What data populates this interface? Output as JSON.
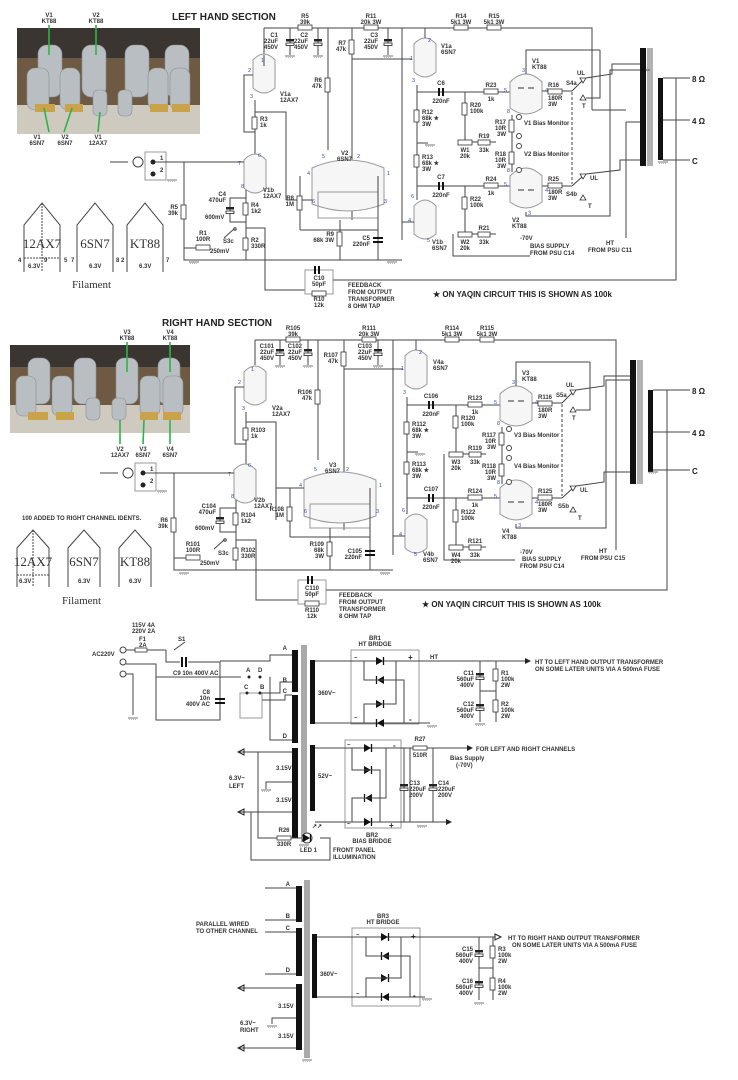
{
  "left_section": {
    "title": "LEFT HAND SECTION",
    "photo_labels_top": [
      {
        "id": "V1",
        "type": "KT88"
      },
      {
        "id": "V2",
        "type": "KT88"
      }
    ],
    "photo_labels_bottom": [
      {
        "id": "V1",
        "type": "6SN7"
      },
      {
        "id": "V2",
        "type": "6SN7"
      },
      {
        "id": "V1",
        "type": "12AX7"
      }
    ],
    "tubes": [
      {
        "id": "V1a",
        "type": "12AX7"
      },
      {
        "id": "V1b",
        "type": "12AX7"
      },
      {
        "id": "V2",
        "type": "6SN7"
      },
      {
        "id": "V1a",
        "type": "6SN7"
      },
      {
        "id": "V1b",
        "type": "6SN7"
      },
      {
        "id": "V1",
        "type": "KT88"
      },
      {
        "id": "V2",
        "type": "KT88"
      }
    ],
    "components": {
      "R5": "39k",
      "R5b": "39k",
      "C1": "22uF 450V",
      "C2": "22uF 450V",
      "R7": "47k",
      "R6": "47k",
      "R11": "20k 3W",
      "C3": "22uF 450V",
      "R14": "5k1 3W",
      "R15": "5k1 3W",
      "R3": "1k",
      "C4": "470uF",
      "R4": "1k2",
      "R8": "1M",
      "R9": "68k 3W",
      "C5": "220nF",
      "R1": "100R",
      "R2": "330R",
      "C10": "50pF",
      "R10": "12k",
      "C6": "220nF",
      "C7": "220nF",
      "R12": "68k 3W",
      "R13": "68k 3W",
      "R20": "100k",
      "R22": "100k",
      "R23": "1k",
      "R24": "1k",
      "W1": "20k",
      "W2": "20k",
      "R19": "33k",
      "R21": "33k",
      "R17": "10R 3W",
      "R18": "10R 3W",
      "R16": "180R 3W",
      "R25": "180R 3W"
    },
    "switch_labels": {
      "s3c": "S3c",
      "v600": "600mV",
      "v250": "250mV",
      "s4a": "S4a",
      "s4b": "S4b",
      "ul": "UL",
      "t": "T"
    },
    "monitors": [
      "V1 Bias Monitor",
      "V2 Bias Monitor"
    ],
    "bias_supply": [
      "-70V",
      "BIAS SUPPLY",
      "FROM PSU C14"
    ],
    "ht": [
      "HT",
      "FROM PSU C11"
    ],
    "feedback": [
      "FEEDBACK",
      "FROM OUTPUT",
      "TRANSFORMER",
      "8 OHM TAP"
    ],
    "outputs": [
      "8 Ω",
      "4 Ω",
      "C"
    ],
    "note": "★ ON YAQIN CIRCUIT THIS IS SHOWN AS 100k"
  },
  "right_section": {
    "title": "RIGHT HAND SECTION",
    "photo_labels_top": [
      {
        "id": "V3",
        "type": "KT88"
      },
      {
        "id": "V4",
        "type": "KT88"
      }
    ],
    "photo_labels_bottom": [
      {
        "id": "V2",
        "type": "12AX7"
      },
      {
        "id": "V3",
        "type": "6SN7"
      },
      {
        "id": "V4",
        "type": "6SN7"
      }
    ],
    "ident_note": "100 ADDED TO RIGHT CHANNEL IDENTS.",
    "tubes": [
      {
        "id": "V2a",
        "type": "12AX7"
      },
      {
        "id": "V2b",
        "type": "12AX7"
      },
      {
        "id": "V3",
        "type": "6SN7"
      },
      {
        "id": "V4a",
        "type": "6SN7"
      },
      {
        "id": "V4b",
        "type": "6SN7"
      },
      {
        "id": "V3",
        "type": "KT88"
      },
      {
        "id": "V4",
        "type": "KT88"
      }
    ],
    "components": {
      "R105": "39k",
      "C101": "22uF 450V",
      "C102": "22uF 450V",
      "R107": "47k",
      "R106": "47k",
      "R111": "20k 3W",
      "C103": "22uF 450V",
      "R114": "5k1 3W",
      "R115": "5k1 3W",
      "R103": "1k",
      "C104": "470uF",
      "R104": "1k2",
      "R108": "1M",
      "R109": "68k 3W",
      "C105": "220nF",
      "R6": "39k",
      "R101": "100R",
      "R102": "330R",
      "C110": "50pF",
      "R110": "12k",
      "C106": "220nF",
      "C107": "220nF",
      "R112": "68k 3W",
      "R113": "68k 3W",
      "R120": "100k",
      "R122": "100k",
      "R123": "1k",
      "R124": "1k",
      "W3": "20k",
      "W4": "20k",
      "R119": "33k",
      "R121": "33k",
      "R117": "10R 3W",
      "R118": "10R 3W",
      "R116": "180R 3W",
      "R125": "180R 3W"
    },
    "switch_labels": {
      "s3c": "S3c",
      "v600": "600mV",
      "v250": "250mV",
      "s5a": "S5a",
      "s5b": "S5b",
      "ul": "UL",
      "t": "T"
    },
    "monitors": [
      "V3 Bias Monitor",
      "V4 Bias Monitor"
    ],
    "bias_supply": [
      "-70V",
      "BIAS SUPPLY",
      "FROM PSU C14"
    ],
    "ht": [
      "HT",
      "FROM PSU C15"
    ],
    "feedback": [
      "FEEDBACK",
      "FROM OUTPUT",
      "TRANSFORMER",
      "8 OHM TAP"
    ],
    "outputs": [
      "8 Ω",
      "4 Ω",
      "C"
    ],
    "note": "★ ON YAQIN CIRCUIT THIS IS SHOWN AS 100k"
  },
  "filament": {
    "label": "Filament",
    "tubes": [
      {
        "name": "12AX7",
        "pins": [
          "4",
          "9",
          "5"
        ],
        "voltage": "6.3V"
      },
      {
        "name": "6SN7",
        "pins": [
          "7",
          "8"
        ],
        "voltage": "6.3V"
      },
      {
        "name": "KT88",
        "pins": [
          "2",
          "7"
        ],
        "voltage": "6.3V"
      }
    ]
  },
  "psu": {
    "mains": "AC220V",
    "fuse": {
      "id": "F1",
      "value": "2A",
      "ratings": [
        "115V 4A",
        "220V 2A"
      ]
    },
    "switch": "S1",
    "c9": "C9 10n 400V AC",
    "c8": [
      "C8",
      "10n",
      "400V AC"
    ],
    "taps": [
      "A",
      "B",
      "C",
      "D"
    ],
    "ht_bridge_1": {
      "id": "BR1",
      "label": "HT BRIDGE",
      "secondary": "360V~",
      "out_label": "HT"
    },
    "c11": [
      "C11",
      "560uF",
      "400V"
    ],
    "c12": [
      "C12",
      "560uF",
      "400V"
    ],
    "r1": [
      "R1",
      "100k",
      "2W"
    ],
    "r2": [
      "R2",
      "100k",
      "2W"
    ],
    "ht_left_note": [
      "HT TO LEFT HAND OUTPUT TRANSFORMER",
      "ON SOME LATER UNITS VIA A 500mA FUSE"
    ],
    "bias_bridge": {
      "id": "BR2",
      "label": "BIAS BRIDGE",
      "secondary": "52V~"
    },
    "r27": [
      "R27",
      "510R"
    ],
    "bias_note": "FOR LEFT AND RIGHT CHANNELS",
    "bias_supply": [
      "Bias Supply",
      "(-70V)"
    ],
    "c13": [
      "C13",
      "220uF",
      "200V"
    ],
    "c14": [
      "C14",
      "220uF",
      "200V"
    ],
    "heater_left": {
      "label": [
        "6.3V~",
        "LEFT"
      ],
      "taps": [
        "3.15V",
        "3.15V"
      ]
    },
    "r26": [
      "R26",
      "330R"
    ],
    "led": [
      "LED 1"
    ],
    "led_note": [
      "FRONT PANEL",
      "ILLUMINATION"
    ],
    "parallel_note": [
      "PARALLEL WIRED",
      "TO OTHER CHANNEL"
    ],
    "ht_bridge_3": {
      "id": "BR3",
      "label": "HT BRIDGE",
      "secondary": "360V~"
    },
    "c15": [
      "C15",
      "560uF",
      "400V"
    ],
    "c16": [
      "C16",
      "560uF",
      "400V"
    ],
    "r3": [
      "R3",
      "100k",
      "2W"
    ],
    "r4": [
      "R4",
      "100k",
      "2W"
    ],
    "ht_right_note": [
      "HT TO RIGHT HAND OUTPUT TRANSFORMER",
      "ON SOME LATER UNITS VIA A 500mA FUSE"
    ],
    "heater_right": {
      "label": [
        "6.3V~",
        "RIGHT"
      ],
      "taps": [
        "3.15V",
        "3.15V"
      ]
    }
  },
  "colors": {
    "wire": "#444444",
    "tube_outline": "#999999",
    "pin_number": "#3a4fb0",
    "photo_leader": "#2db34a"
  }
}
